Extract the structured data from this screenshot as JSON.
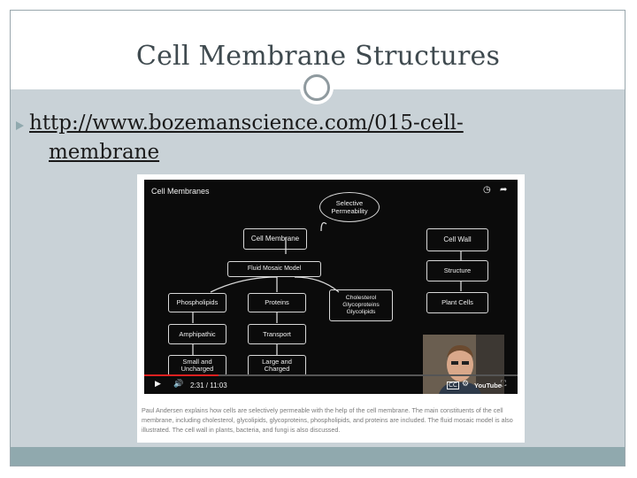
{
  "slide": {
    "title": "Cell Membrane Structures",
    "bullet": {
      "line1": "http://www.bozemanscience.com/015-cell-",
      "line2": "membrane"
    }
  },
  "video": {
    "title": "Cell Membranes",
    "time": "2:31 / 11:03",
    "boxes": {
      "selective": "Selective Permeability",
      "cell_membrane": "Cell Membrane",
      "fluid_mosaic": "Fluid Mosaic Model",
      "phospholipids": "Phospholipids",
      "proteins": "Proteins",
      "cholesterol": "Cholesterol Glycoproteins Glycolipids",
      "amphipathic": "Amphipathic",
      "transport": "Transport",
      "small": "Small and Uncharged",
      "large": "Large and Charged",
      "cell_wall": "Cell Wall",
      "structure": "Structure",
      "plant_cells": "Plant Cells"
    },
    "youtube": "YouTube",
    "icons": {
      "clock": "clock-icon",
      "share": "share-icon",
      "play": "play-icon",
      "volume": "volume-icon",
      "cc": "cc-icon",
      "settings": "gear-icon",
      "fullscreen": "fullscreen-icon"
    }
  },
  "description": "Paul Andersen explains how cells are selectively permeable with the help of the cell membrane. The main constituents of the cell membrane, including cholesterol, glycolipids, glycoproteins, phospholipids, and proteins are included. The fluid mosaic model is also illustrated. The cell wall in plants, bacteria, and fungi is also discussed.",
  "colors": {
    "content_bg": "#c9d2d7",
    "footer_bg": "#90a9ae",
    "title_text": "#3f4a4f"
  }
}
